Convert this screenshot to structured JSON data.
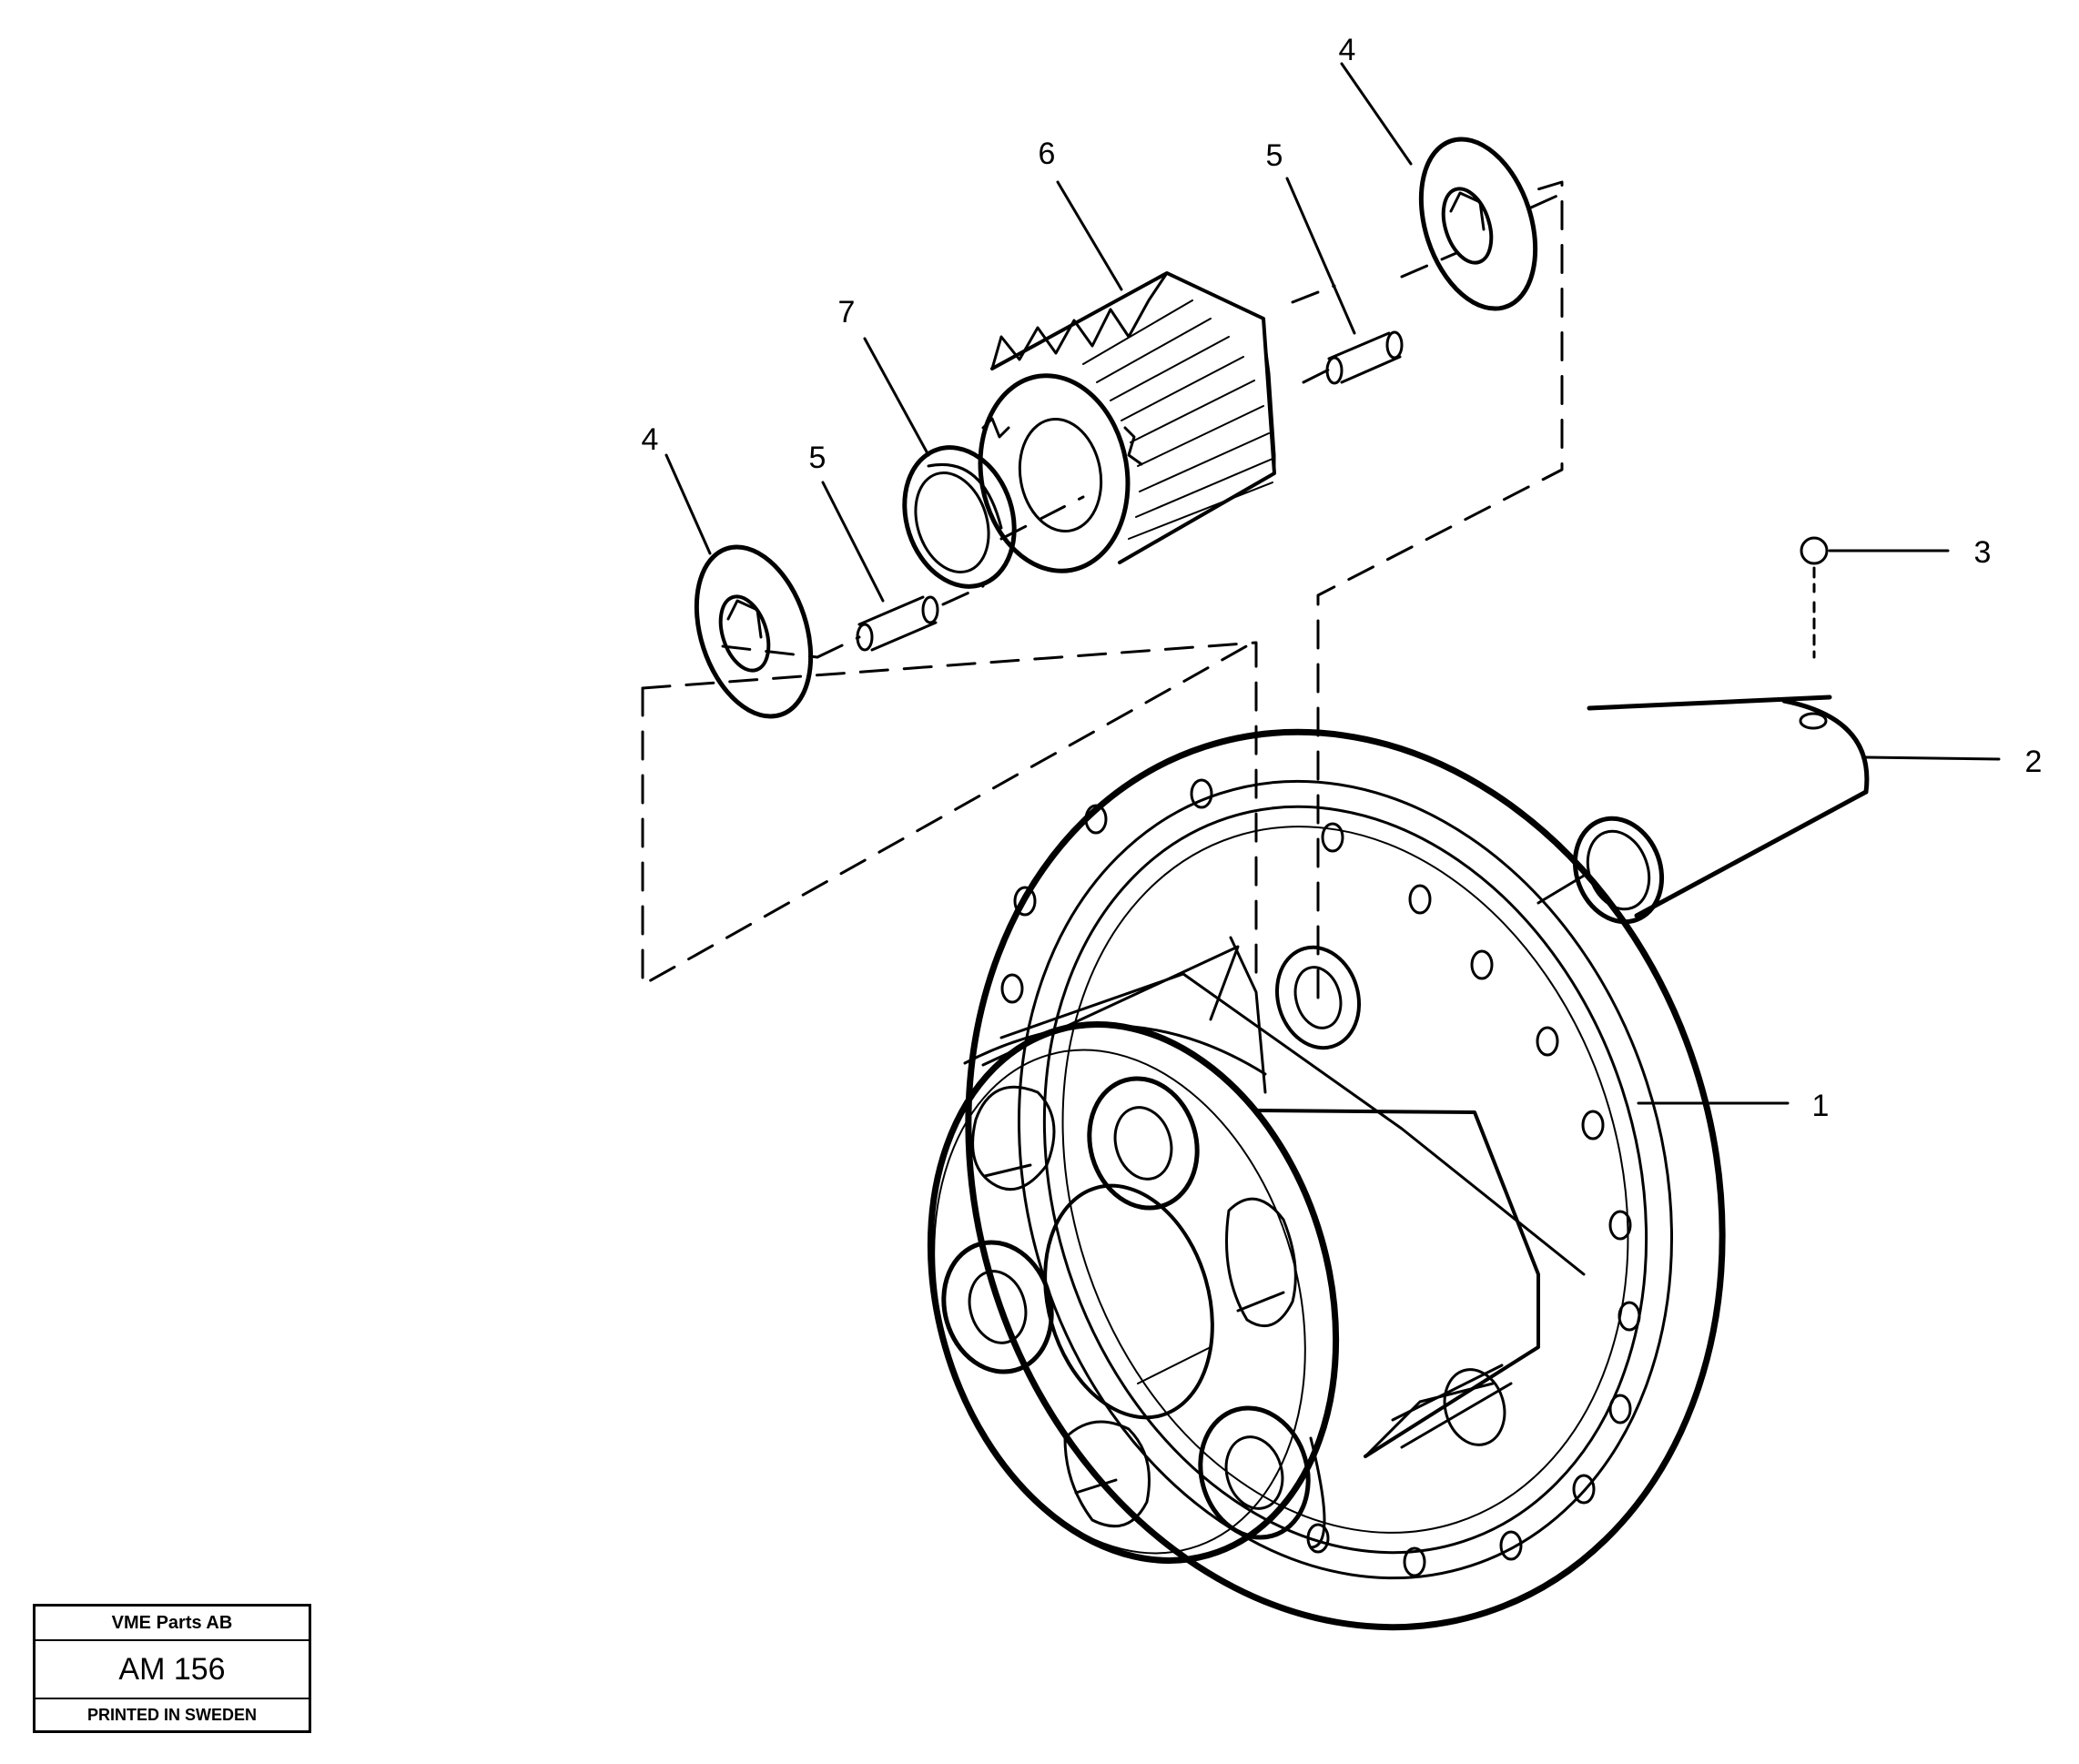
{
  "callouts": {
    "c1": "1",
    "c2": "2",
    "c3": "3",
    "c4_left": "4",
    "c4_top": "4",
    "c5_left": "5",
    "c5_top": "5",
    "c6": "6",
    "c7": "7"
  },
  "stamp": {
    "company": "VME Parts AB",
    "code": "AM 156",
    "printed": "PRINTED IN SWEDEN"
  }
}
